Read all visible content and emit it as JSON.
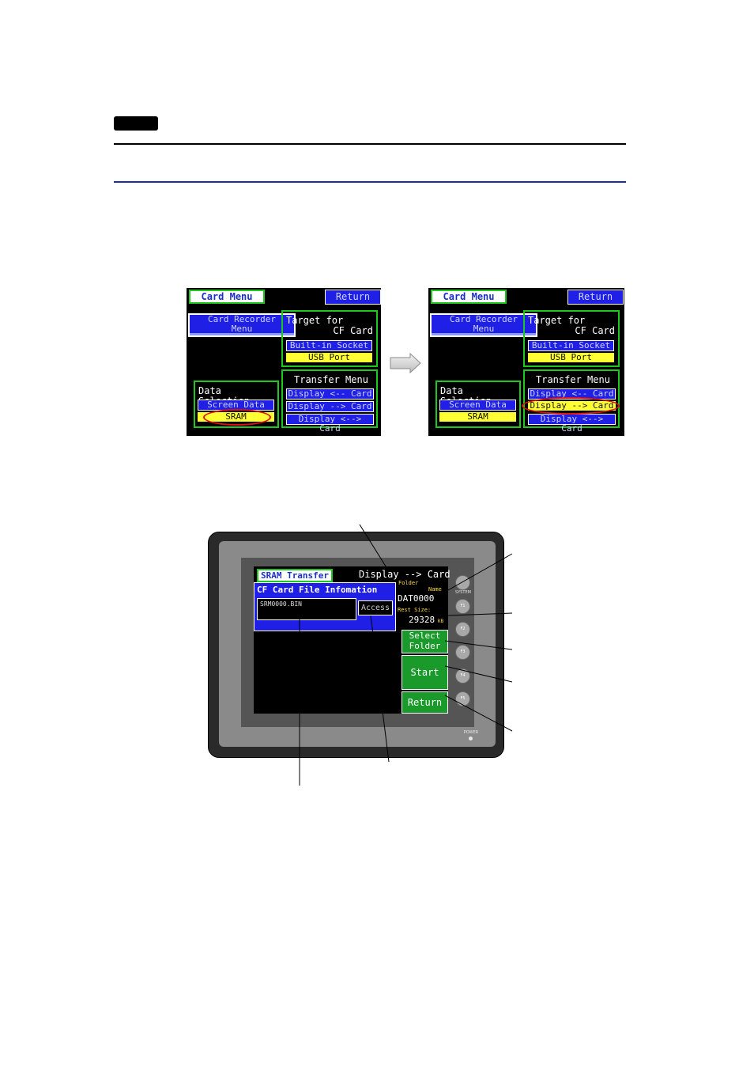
{
  "screens": {
    "left": {
      "title": "Card Menu",
      "return_label": "Return",
      "recorder_label_1": "Card Recorder",
      "recorder_label_2": "Menu",
      "target": {
        "title_1": "Target for",
        "title_2": "CF Card",
        "options": [
          "Built-in Socket",
          "USB Port"
        ]
      },
      "data_selection": {
        "title": "Data Selection",
        "options": [
          "Screen Data",
          "SRAM"
        ]
      },
      "transfer": {
        "title": "Transfer Menu",
        "options": [
          "Display <-- Card",
          "Display --> Card",
          "Display <--> Card"
        ]
      }
    },
    "right": {
      "title": "Card Menu",
      "return_label": "Return",
      "recorder_label_1": "Card Recorder",
      "recorder_label_2": "Menu",
      "target": {
        "title_1": "Target for",
        "title_2": "CF Card",
        "options": [
          "Built-in Socket",
          "USB Port"
        ]
      },
      "data_selection": {
        "title": "Data Selection",
        "options": [
          "Screen Data",
          "SRAM"
        ]
      },
      "transfer": {
        "title": "Transfer Menu",
        "options": [
          "Display <-- Card",
          "Display --> Card",
          "Display <--> Card"
        ]
      }
    }
  },
  "device": {
    "title": "SRAM Transfer",
    "mode": "Display --> Card",
    "info_title": "CF Card File Infomation",
    "file_name": "SRM0000.BIN",
    "access_label": "Access",
    "folder_label_1": "Folder",
    "folder_label_2": "Name",
    "folder_name": "DAT0000",
    "rest_label": "Rest Size:",
    "rest_value": "29328",
    "rest_unit": "KB",
    "select_folder_1": "Select",
    "select_folder_2": "Folder",
    "start_label": "Start",
    "return_label": "Return",
    "system_label": "SYSTEM",
    "power_label": "POWER",
    "fkeys": [
      "F1",
      "F2",
      "F3",
      "F4",
      "F5"
    ]
  },
  "colors": {
    "screen_blue": "#1f1fe6",
    "frame_green": "#1ec81e",
    "highlight_yellow": "#ffff33",
    "selection_red": "#e01010",
    "rule_blue": "#1a2fa0"
  }
}
